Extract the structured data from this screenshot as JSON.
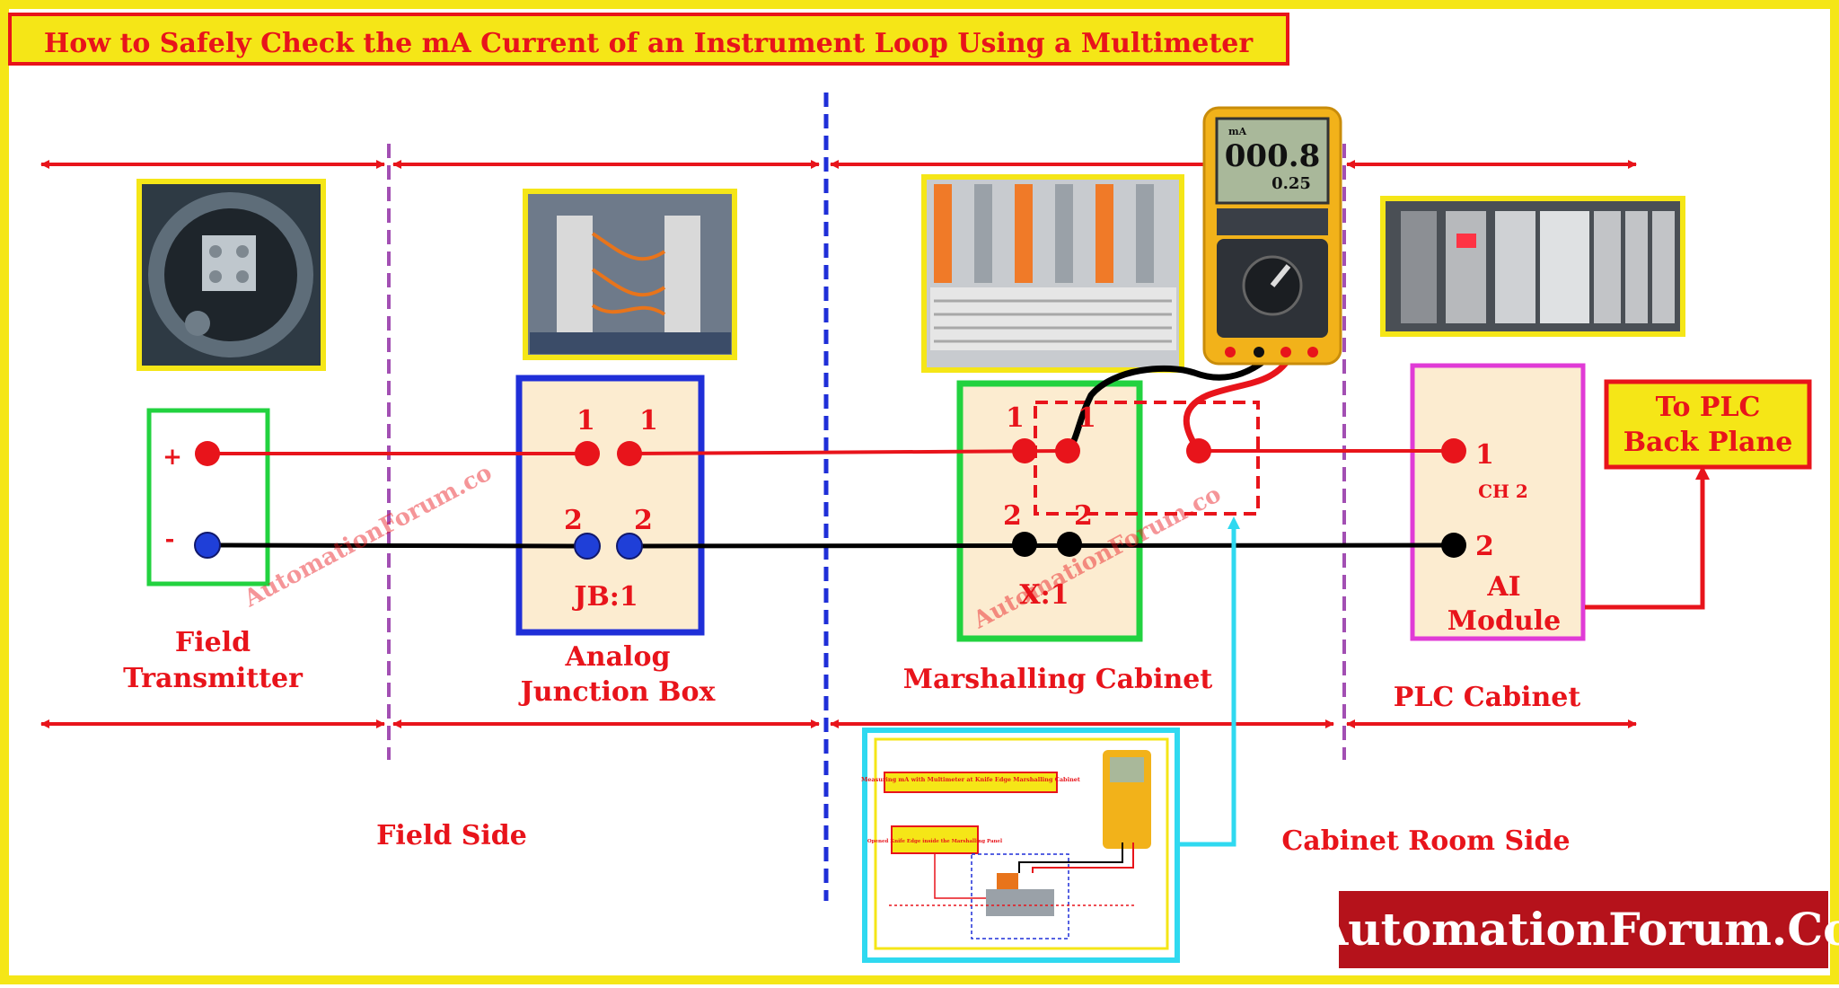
{
  "title": "How to Safely Check the mA Current of an Instrument Loop Using a Multimeter",
  "colors": {
    "border": "#f5e617",
    "accent_red": "#e8141b",
    "panel_fill": "#fcecd0",
    "field_divider": "#a24fb3",
    "side_divider": "#1f2fd8",
    "logo_bg": "#b5121b"
  },
  "sections": {
    "field_transmitter": "Field\nTransmitter",
    "junction_box": "Analog\nJunction Box",
    "marshalling": "Marshalling Cabinet",
    "plc_cabinet": "PLC Cabinet"
  },
  "sides": {
    "field": "Field Side",
    "cabinet_room": "Cabinet Room Side"
  },
  "transmitter": {
    "plus": "+",
    "minus": "-"
  },
  "junction_box": {
    "t1a": "1",
    "t1b": "1",
    "t2a": "2",
    "t2b": "2",
    "tag": "JB:1"
  },
  "marshalling": {
    "t1a": "1",
    "t1b": "1",
    "t2a": "2",
    "t2b": "2",
    "tag": "X:1"
  },
  "ai_module": {
    "t1": "1",
    "ch": "CH 2",
    "t2": "2",
    "label": "AI\nModule"
  },
  "plc_box": "To PLC\nBack Plane",
  "multimeter": {
    "main": "000.8",
    "sub": "0.25",
    "unit": "mA"
  },
  "inset": {
    "caption1": "Measuring mA with Multimeter at Knife Edge Marshalling Cabinet",
    "caption2": "Opened Knife Edge inside the Marshalling Panel"
  },
  "watermark": "AutomationForum.co",
  "logo": "AutomationForum.Co",
  "photos": {
    "transmitter": "transmitter-photo",
    "junction": "junction-box-photo",
    "marshalling": "marshalling-photo",
    "plc": "plc-rack-photo"
  }
}
